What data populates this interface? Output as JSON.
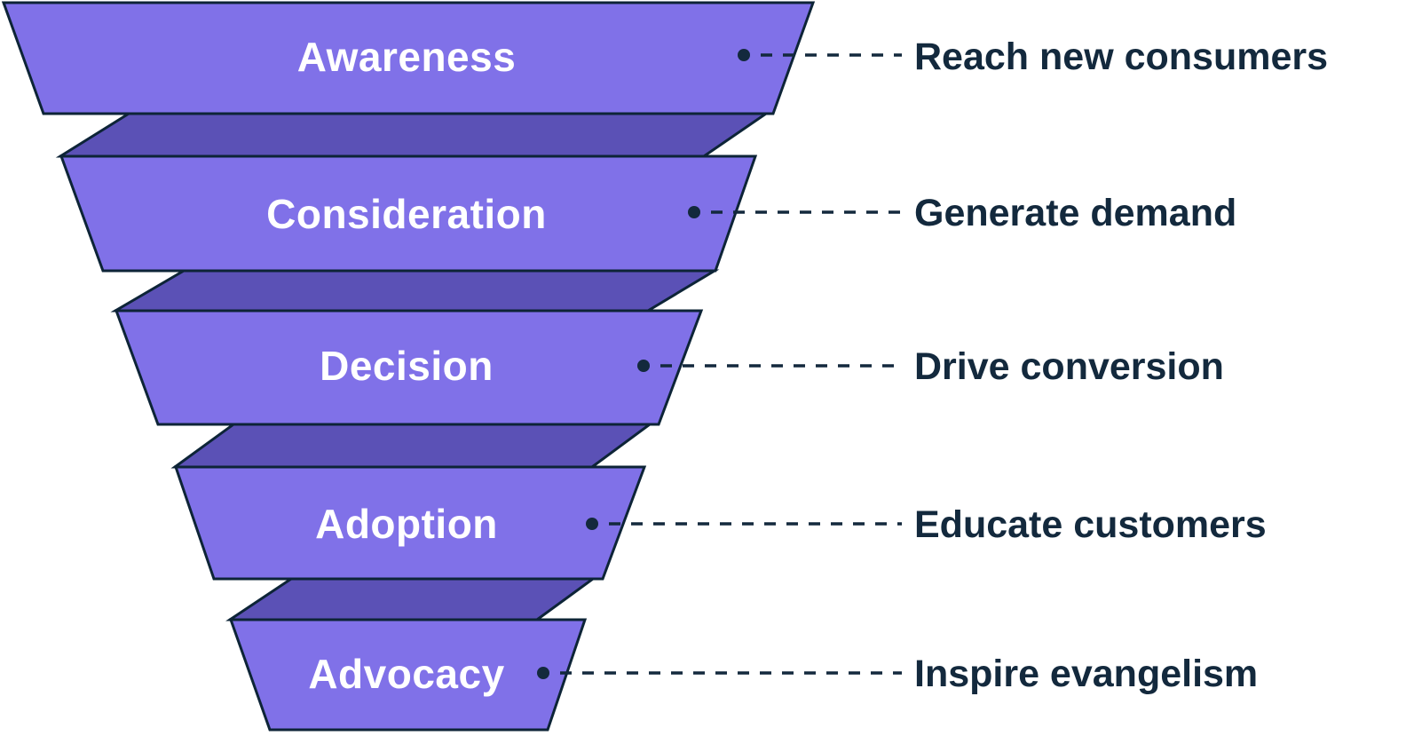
{
  "funnel": {
    "stages": [
      {
        "label": "Awareness",
        "outcome": "Reach new consumers"
      },
      {
        "label": "Consideration",
        "outcome": "Generate demand"
      },
      {
        "label": "Decision",
        "outcome": "Drive conversion"
      },
      {
        "label": "Adoption",
        "outcome": "Educate customers"
      },
      {
        "label": "Advocacy",
        "outcome": "Inspire evangelism"
      }
    ],
    "colors": {
      "segment_fill": "#8071E8",
      "fold_fill": "#5B51B6",
      "outline": "#0D2437",
      "stage_text": "#FFFFFF",
      "outcome_text": "#13293D",
      "background": "#FFFFFF"
    }
  }
}
